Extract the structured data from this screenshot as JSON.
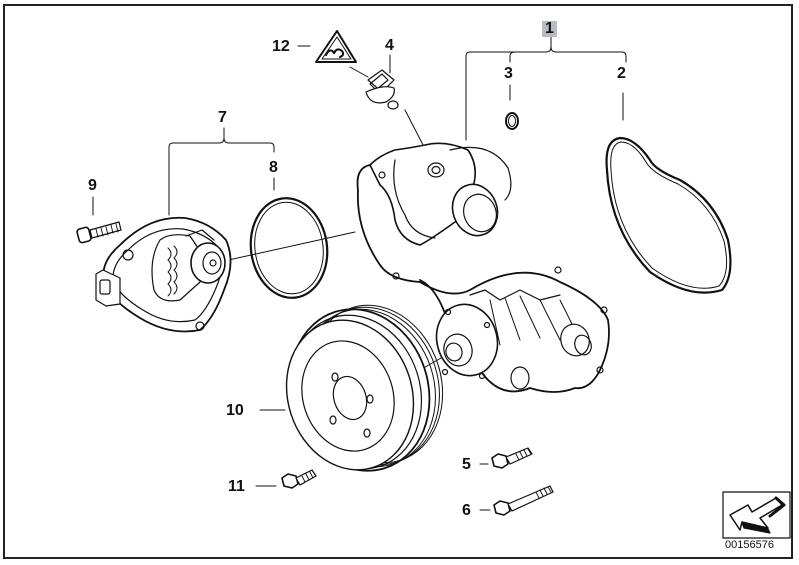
{
  "diagram": {
    "title": "Water pump / thermostat exploded parts diagram",
    "diagram_id": "00156576",
    "nav_icon": "back-arrow-icon",
    "warning_icon": "caution-triangle-icon",
    "parts": [
      {
        "id": "1",
        "label": "1",
        "name": "Water pump assembly",
        "highlighted": true
      },
      {
        "id": "2",
        "label": "2",
        "name": "Gasket"
      },
      {
        "id": "3",
        "label": "3",
        "name": "O-ring"
      },
      {
        "id": "4",
        "label": "4",
        "name": "Temperature sensor"
      },
      {
        "id": "5",
        "label": "5",
        "name": "Bolt"
      },
      {
        "id": "6",
        "label": "6",
        "name": "Bolt"
      },
      {
        "id": "7",
        "label": "7",
        "name": "Thermostat housing"
      },
      {
        "id": "8",
        "label": "8",
        "name": "O-ring"
      },
      {
        "id": "9",
        "label": "9",
        "name": "Bolt"
      },
      {
        "id": "10",
        "label": "10",
        "name": "Pulley"
      },
      {
        "id": "11",
        "label": "11",
        "name": "Bolt"
      },
      {
        "id": "12",
        "label": "12",
        "name": "Warning label"
      }
    ]
  }
}
